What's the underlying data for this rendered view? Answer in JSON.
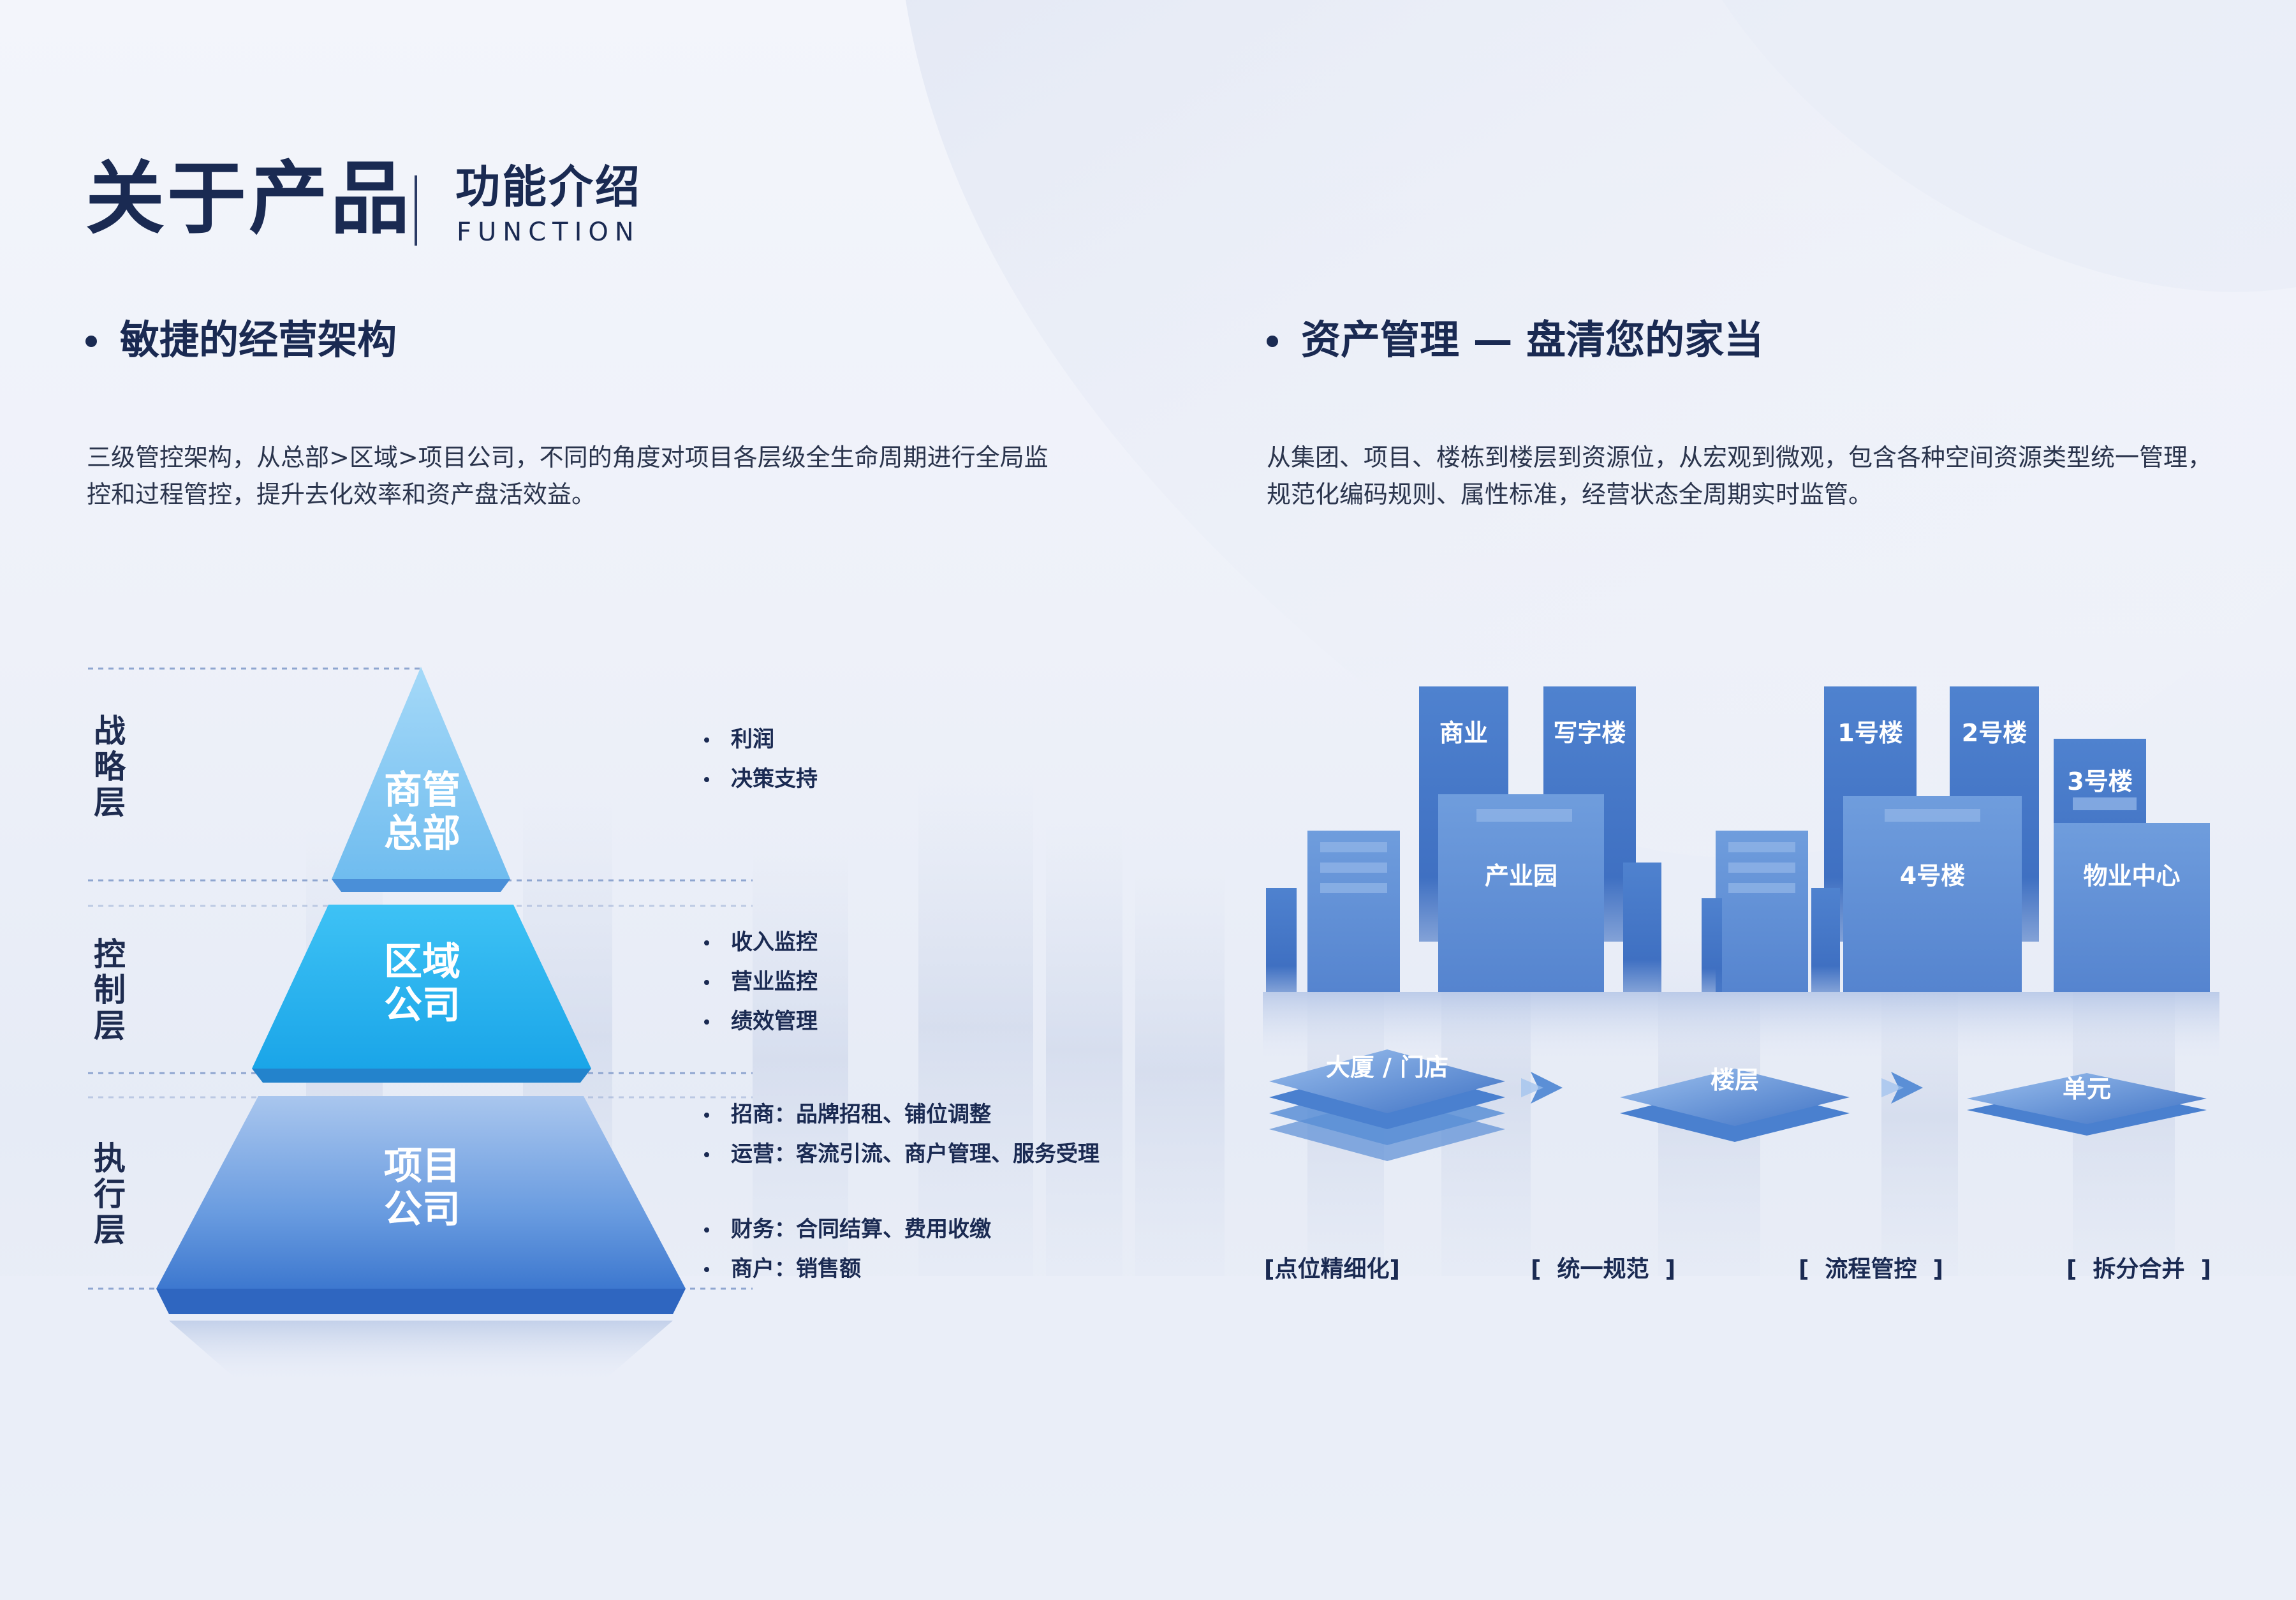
{
  "header": {
    "title": "关于产品",
    "subtitle": "功能介绍",
    "subtitle_en": "FUNCTION"
  },
  "left": {
    "heading": "敏捷的经营架构",
    "description": "三级管控架构，从总部>区域>项目公司，不同的角度对项目各层级全生命周期进行全局监控和过程管控，提升去化效率和资产盘活效益。",
    "layers": [
      {
        "label": "战略层",
        "block": "商管总部",
        "items": [
          "利润",
          "决策支持"
        ]
      },
      {
        "label": "控制层",
        "block": "区域公司",
        "items": [
          "收入监控",
          "营业监控",
          "绩效管理"
        ]
      },
      {
        "label": "执行层",
        "block": "项目公司",
        "items": [
          "招商：品牌招租、铺位调整",
          "运营：客流引流、商户管理、服务受理",
          "财务：合同结算、费用收缴",
          "商户：销售额"
        ]
      }
    ],
    "block_lines": [
      [
        "商管",
        "总部"
      ],
      [
        "区域",
        "公司"
      ],
      [
        "项目",
        "公司"
      ]
    ]
  },
  "right": {
    "heading": "资产管理 — 盘清您的家当",
    "description": "从集团、项目、楼栋到楼层到资源位，从宏观到微观，包含各种空间资源类型统一管理，规范化编码规则、属性标准，经营状态全周期实时监管。",
    "buildings": {
      "commercial": "商业",
      "office": "写字楼",
      "industrial_park": "产业园",
      "b1": "1号楼",
      "b2": "2号楼",
      "b3": "3号楼",
      "b4": "4号楼",
      "property_center": "物业中心"
    },
    "plates": [
      "大厦 / 门店",
      "楼层",
      "单元"
    ],
    "tags": [
      "[点位精细化]",
      "[  统一规范  ]",
      "[  流程管控  ]",
      "[  拆分合并  ]"
    ]
  },
  "colors": {
    "navy": "#1a2a52",
    "top_block": "#8cc9f2",
    "mid_block": "#2fb1ee",
    "bottom_block": "#5b8ed8",
    "building": "#3f72c4"
  }
}
